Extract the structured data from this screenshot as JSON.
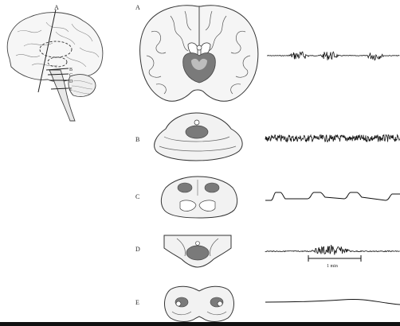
{
  "brain_view": {
    "cut_label": "A",
    "level_labels": [
      "B",
      "C",
      "D",
      "E"
    ]
  },
  "panels": [
    {
      "label": "A"
    },
    {
      "label": "B"
    },
    {
      "label": "C"
    },
    {
      "label": "D"
    },
    {
      "label": "E"
    }
  ],
  "scale_bar": {
    "label": "1 min"
  },
  "colors": {
    "ink": "#222222",
    "lesion": "#777777",
    "tissue": "#f4f4f4"
  }
}
